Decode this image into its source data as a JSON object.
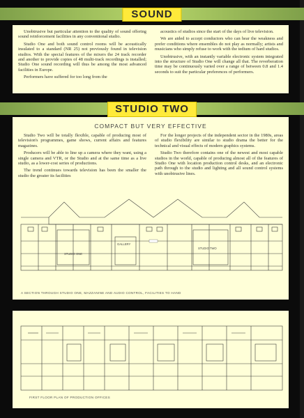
{
  "sound": {
    "title": "SOUND",
    "col1": [
      "Unobtrusive but particular attention to the quality of sound offering sound reinforcement facilities in any conventional studio.",
      "Studio One and both sound control rooms will be acoustically insulated to a standard (NR 25) not previously found in television studios. With the special features of the mixers the 24 track recorder and another to provide copies of 48 multi-track recordings is installed; Studio One sound recording will thus be among the most advanced facilities in Europe.",
      "Performers have suffered for too long from the"
    ],
    "col2": [
      "acoustics of studios since the start of the days of live television.",
      "We are aided to accept conductors who can hear the weakness and prefer conditions where ensembles do not play as normally; artists and musicians who simply refuse to work with the tedium of hard studios.",
      "Unobtrusive, with an instantly variable electronic system integrated into the structure of Studio One will change all that. The reverberation time may be continuously varied over a range of between 0.8 and 1.4 seconds to suit the particular preferences of performers."
    ]
  },
  "studio_two": {
    "title": "STUDIO TWO",
    "subtitle": "COMPACT BUT VERY EFFECTIVE",
    "col1": [
      "Studio Two will be totally flexible, capable of producing most of television's programmes, game shows, current affairs and features magazines.",
      "Producers will be able to line up a camera where they want, using a single camera and VTR, or the Studio and at the same time as a live studio, as a lower-cost series of productions.",
      "The trend continues towards television has been the smaller the studio the greater its facilities"
    ],
    "col2": [
      "For the longer projects of the independent sector in the 1980s, areas of studio flexibility are similar to studio drama the better for the technical and visual effects of modern graphics systems.",
      "Studio Two therefore contains one of the newest and most capable studios in the world, capable of producing almost all of the features of Studio One with location production control desks, and an electronic path through to the studio and lighting and all sound control systems with unobtrusive lines."
    ]
  },
  "plans": {
    "ground_caption": "A SECTION THROUGH STUDIO ONE, MAZZANINE AND AUDIO CONTROL, FACILITIES TO HAND",
    "first_caption": "FIRST FLOOR PLAN OF PRODUCTION OFFICES",
    "labels": {
      "studio_one": "STUDIO ONE",
      "gallery": "GALLERY",
      "studio_two": "STUDIO TWO"
    }
  },
  "colors": {
    "page": "#0b0b0b",
    "banner": "#9cbf58",
    "title_box": "#ffea3a",
    "panel": "#ffffd8"
  }
}
